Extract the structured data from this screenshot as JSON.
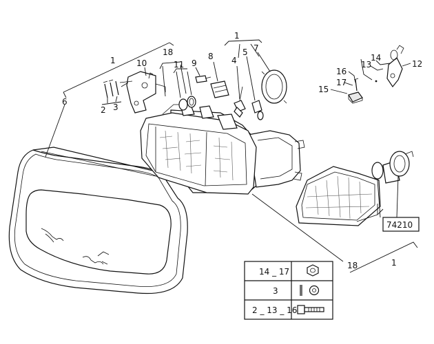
{
  "callouts": {
    "c1_top": "1",
    "c1_left": "1",
    "c1_right": "1",
    "c2": "2",
    "c3": "3",
    "c4": "4",
    "c5": "5",
    "c6": "6",
    "c7": "7",
    "c8": "8",
    "c9": "9",
    "c10": "10",
    "c11": "11",
    "c12": "12",
    "c13": "13",
    "c14": "14",
    "c15": "15",
    "c16": "16",
    "c17": "17",
    "c18_top": "18",
    "c18_bottom": "18"
  },
  "ref_box": "74210",
  "legend": {
    "rows": [
      {
        "label": "14 _ 17",
        "icon": "nut-icon"
      },
      {
        "label": "3",
        "icon": "washer-icon"
      },
      {
        "label": "2 _ 13 _ 16",
        "icon": "bolt-icon"
      }
    ]
  }
}
